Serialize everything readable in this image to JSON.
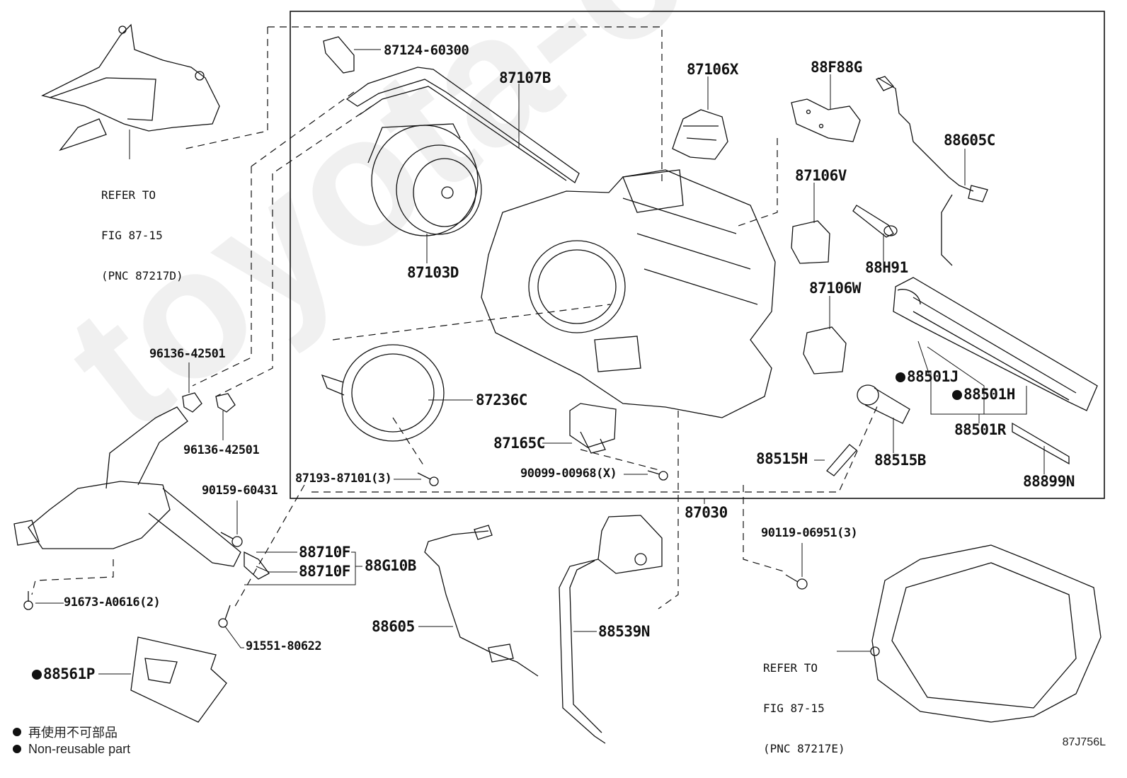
{
  "diagram": {
    "watermark": "toyota-carline.ru",
    "figure_id": "87J756L",
    "legend": {
      "items": [
        {
          "symbol": "filled-circle",
          "text": "再使用不可部品"
        },
        {
          "symbol": "filled-circle",
          "text": "Non-reusable part"
        }
      ]
    },
    "references": {
      "top_left": {
        "line1": "REFER TO",
        "line2": "FIG 87-15",
        "line3": "(PNC 87217D)"
      },
      "bottom_right": {
        "line1": "REFER TO",
        "line2": "FIG 87-15",
        "line3": "(PNC 87217E)"
      }
    },
    "parts": {
      "p87124_60300": {
        "number": "87124-60300",
        "non_reusable": false
      },
      "p87107B": {
        "number": "87107B",
        "non_reusable": false
      },
      "p87103D": {
        "number": "87103D",
        "non_reusable": false
      },
      "p87106X": {
        "number": "87106X",
        "non_reusable": false
      },
      "p88F88G": {
        "number": "88F88G",
        "non_reusable": false
      },
      "p88605C": {
        "number": "88605C",
        "non_reusable": false
      },
      "p87106V": {
        "number": "87106V",
        "non_reusable": false
      },
      "p88H91": {
        "number": "88H91",
        "non_reusable": false
      },
      "p87106W": {
        "number": "87106W",
        "non_reusable": false
      },
      "p88501J": {
        "number": "88501J",
        "non_reusable": true
      },
      "p88501H": {
        "number": "88501H",
        "non_reusable": true
      },
      "p88501R": {
        "number": "88501R",
        "non_reusable": false
      },
      "p88515B": {
        "number": "88515B",
        "non_reusable": false
      },
      "p88515H": {
        "number": "88515H",
        "non_reusable": false
      },
      "p88899N": {
        "number": "88899N",
        "non_reusable": false
      },
      "p87236C": {
        "number": "87236C",
        "non_reusable": false
      },
      "p87165C": {
        "number": "87165C",
        "non_reusable": false
      },
      "p87193_87101": {
        "number": "87193-87101(3)",
        "non_reusable": false
      },
      "p90099_00968": {
        "number": "90099-00968(X)",
        "non_reusable": false
      },
      "p87030": {
        "number": "87030",
        "non_reusable": false
      },
      "p90119_06951": {
        "number": "90119-06951(3)",
        "non_reusable": false
      },
      "p96136_42501_a": {
        "number": "96136-42501",
        "non_reusable": false
      },
      "p96136_42501_b": {
        "number": "96136-42501",
        "non_reusable": false
      },
      "p90159_60431": {
        "number": "90159-60431",
        "non_reusable": false
      },
      "p88710F_a": {
        "number": "88710F",
        "non_reusable": false
      },
      "p88710F_b": {
        "number": "88710F",
        "non_reusable": false
      },
      "p88G10B": {
        "number": "88G10B",
        "non_reusable": false
      },
      "p91673_A0616": {
        "number": "91673-A0616(2)",
        "non_reusable": false
      },
      "p91551_80622": {
        "number": "91551-80622",
        "non_reusable": false
      },
      "p88605": {
        "number": "88605",
        "non_reusable": false
      },
      "p88539N": {
        "number": "88539N",
        "non_reusable": false
      },
      "p88561P": {
        "number": "88561P",
        "non_reusable": true
      }
    }
  }
}
